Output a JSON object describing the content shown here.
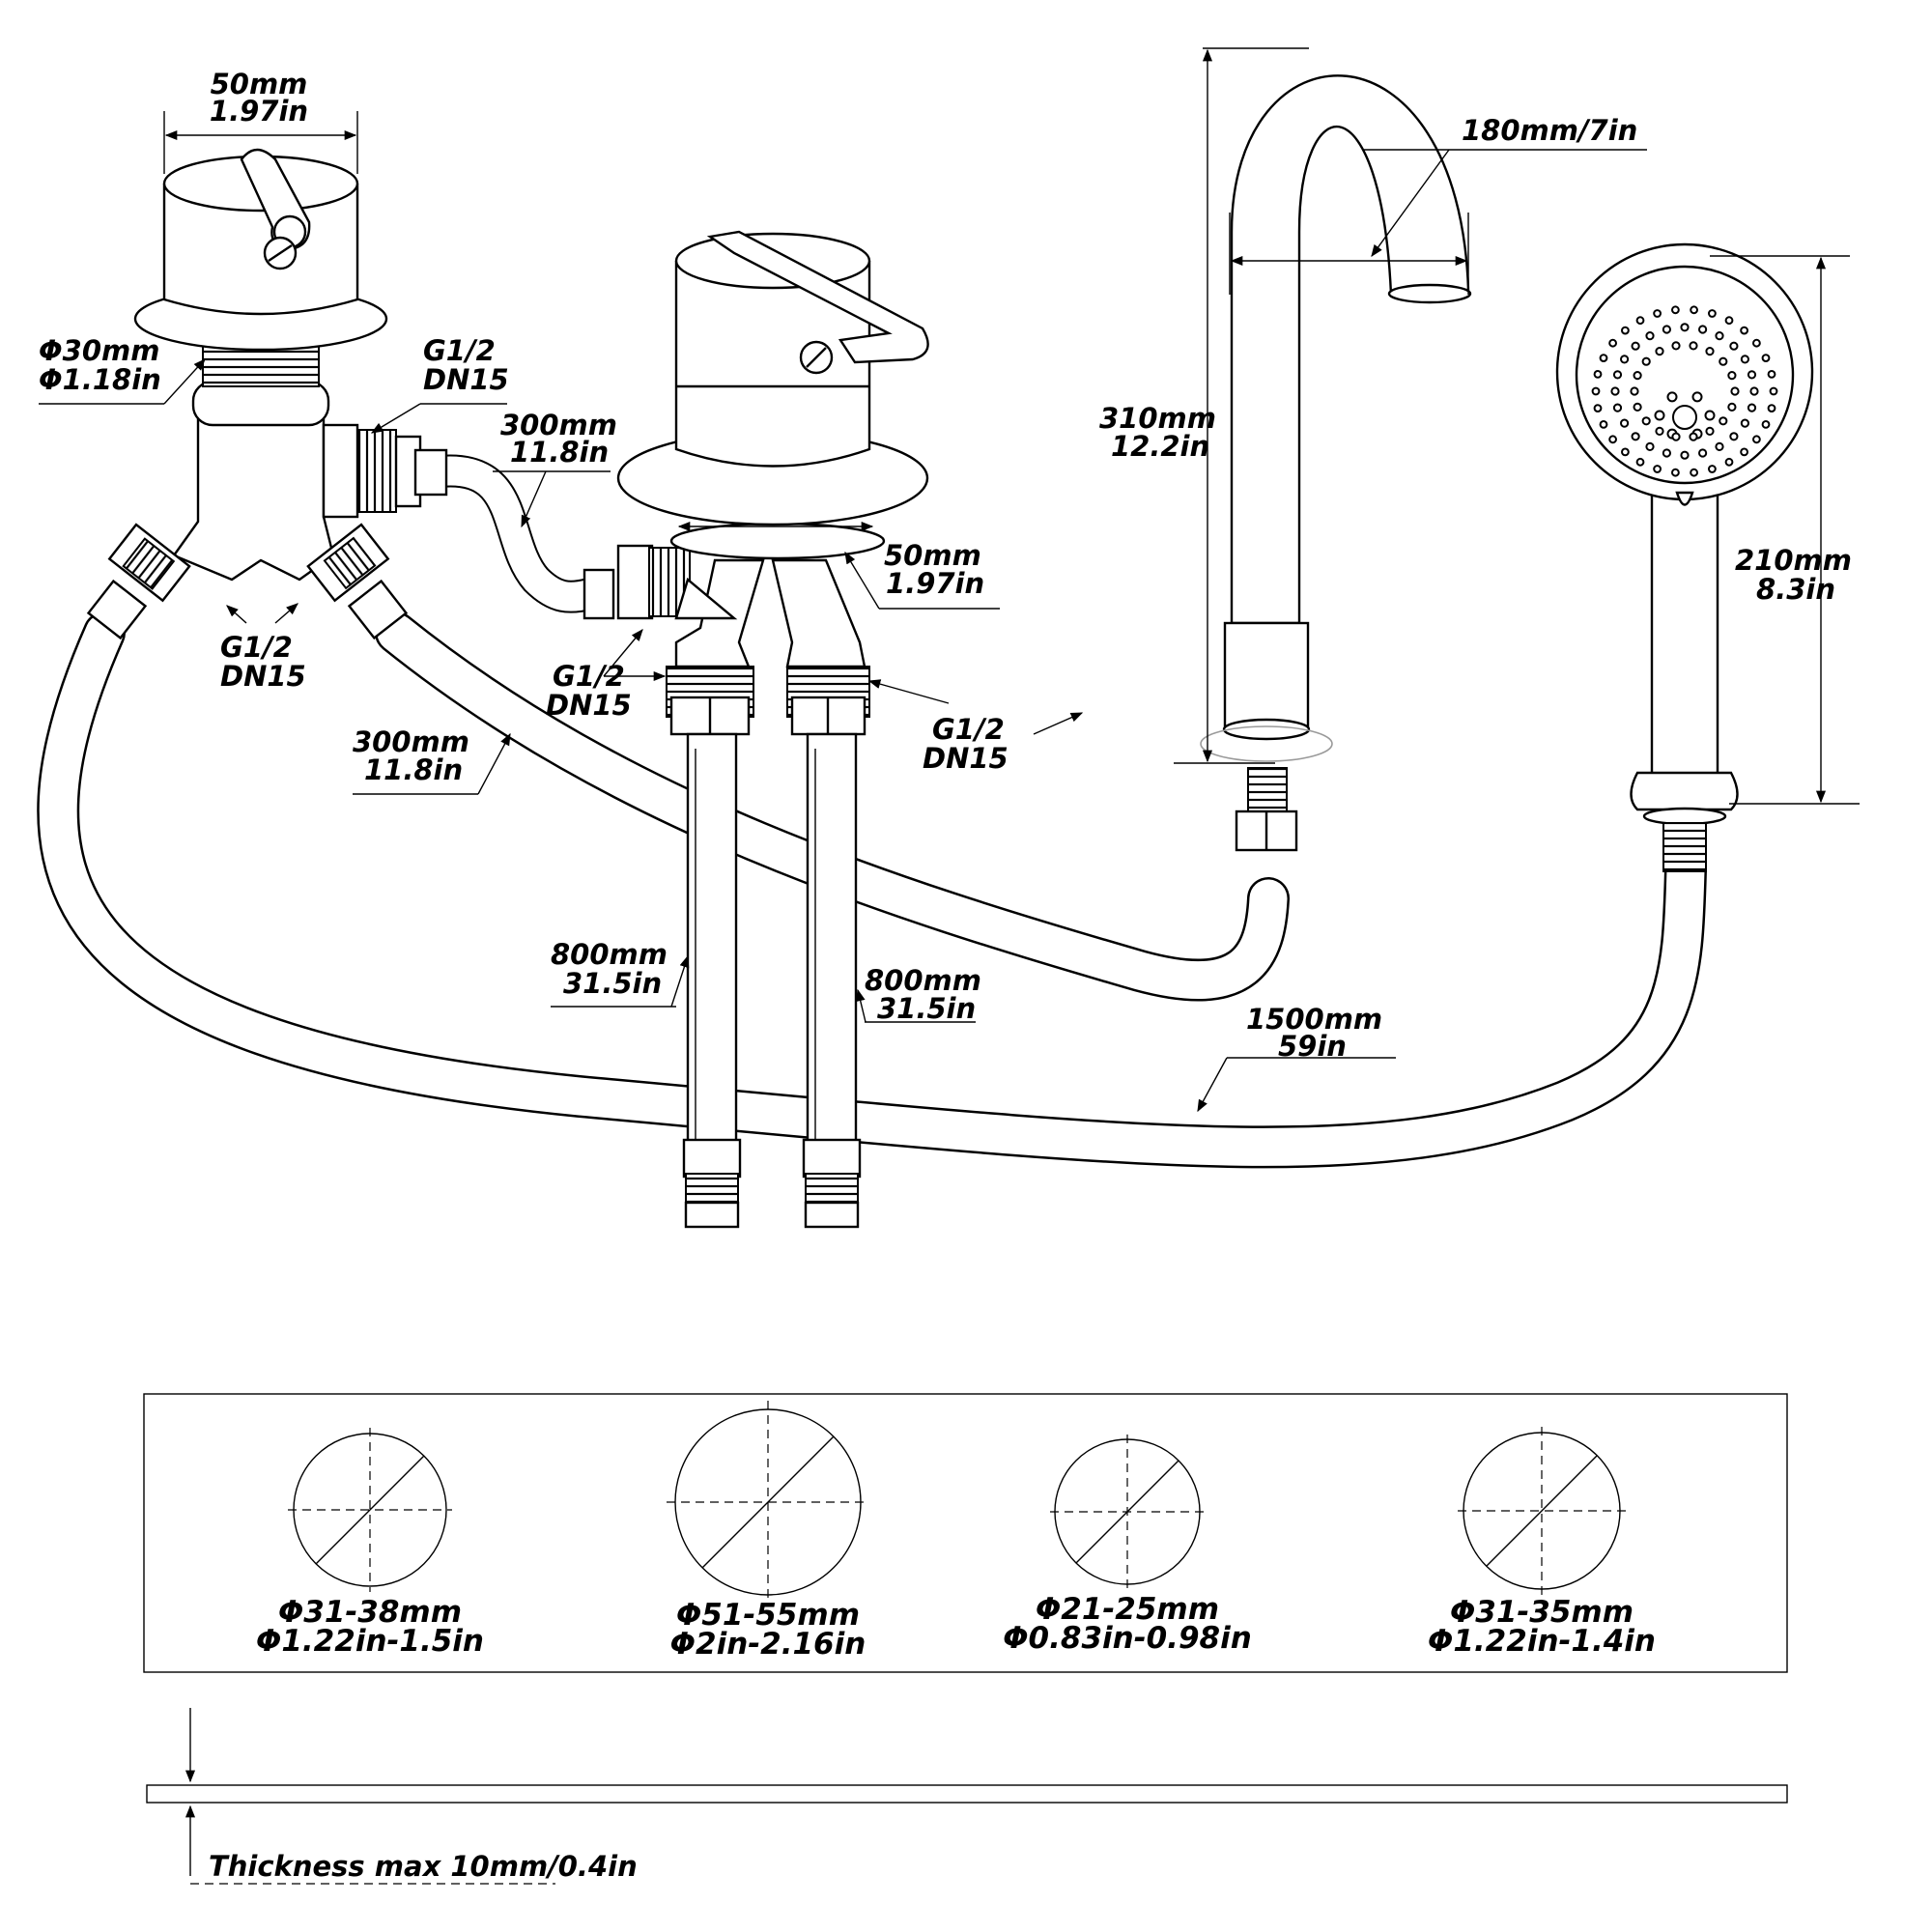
{
  "labels": {
    "handle_width_mm": "50mm",
    "handle_width_in": "1.97in",
    "thread_dia_mm": "Φ30mm",
    "thread_dia_in": "Φ1.18in",
    "conn_top_a": "G1/2",
    "conn_top_b": "DN15",
    "hose_short_top_mm": "300mm",
    "hose_short_top_in": "11.8in",
    "conn_left_a": "G1/2",
    "conn_left_b": "DN15",
    "hose_short_left_mm": "300mm",
    "hose_short_left_in": "11.8in",
    "conn_mid_a": "G1/2",
    "conn_mid_b": "DN15",
    "valve_width_mm": "50mm",
    "valve_width_in": "1.97in",
    "conn_right_a": "G1/2",
    "conn_right_b": "DN15",
    "supply_left_mm": "800mm",
    "supply_left_in": "31.5in",
    "supply_right_mm": "800mm",
    "supply_right_in": "31.5in",
    "spout_reach": "180mm/7in",
    "spout_height_mm": "310mm",
    "spout_height_in": "12.2in",
    "shower_hose_mm": "1500mm",
    "shower_hose_in": "59in",
    "handshower_len_mm": "210mm",
    "handshower_len_in": "8.3in",
    "thickness": "Thickness max 10mm/0.4in"
  },
  "holes": [
    {
      "mm": "Φ31-38mm",
      "in": "Φ1.22in-1.5in"
    },
    {
      "mm": "Φ51-55mm",
      "in": "Φ2in-2.16in"
    },
    {
      "mm": "Φ21-25mm",
      "in": "Φ0.83in-0.98in"
    },
    {
      "mm": "Φ31-35mm",
      "in": "Φ1.22in-1.4in"
    }
  ]
}
